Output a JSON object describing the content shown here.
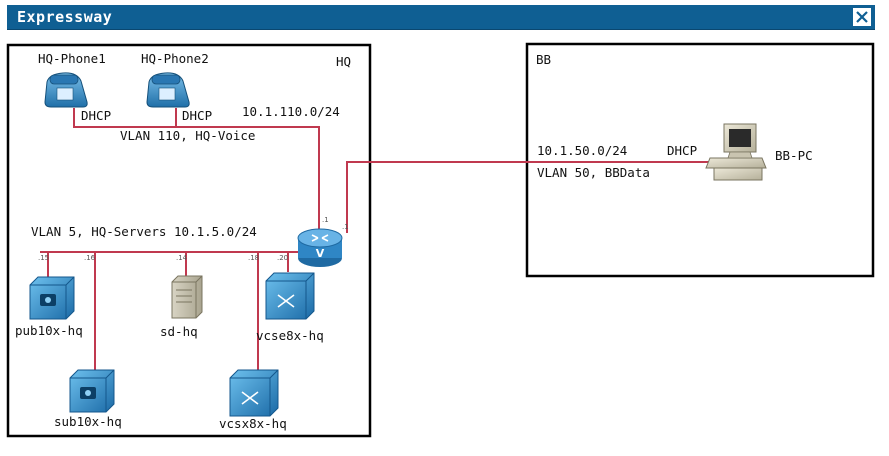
{
  "window": {
    "title": "Expressway",
    "close_icon": "close-icon"
  },
  "hq": {
    "zone_label": "HQ",
    "phone1": "HQ-Phone1",
    "phone2": "HQ-Phone2",
    "phone1_dhcp": "DHCP",
    "phone2_dhcp": "DHCP",
    "voice_subnet": "10.1.110.0/24",
    "voice_vlan": "VLAN 110, HQ-Voice",
    "servers_vlan": "VLAN 5, HQ-Servers 10.1.5.0/24",
    "port_15": ".15",
    "port_16": ".16",
    "port_14": ".14",
    "port_18": ".18",
    "port_20": ".20",
    "router_port_1": ".1",
    "router_port_2": ".1",
    "pub": "pub10x-hq",
    "sub": "sub10x-hq",
    "sd": "sd-hq",
    "vcse": "vcse8x-hq",
    "vcsx": "vcsx8x-hq"
  },
  "bb": {
    "zone_label": "BB",
    "subnet": "10.1.50.0/24",
    "dhcp": "DHCP",
    "vlan": "VLAN 50, BBData",
    "pc": "BB-PC"
  },
  "colors": {
    "title_bar": "#0f5f93",
    "link": "#c0394f",
    "router": "#2f86c5",
    "border": "#000000"
  }
}
